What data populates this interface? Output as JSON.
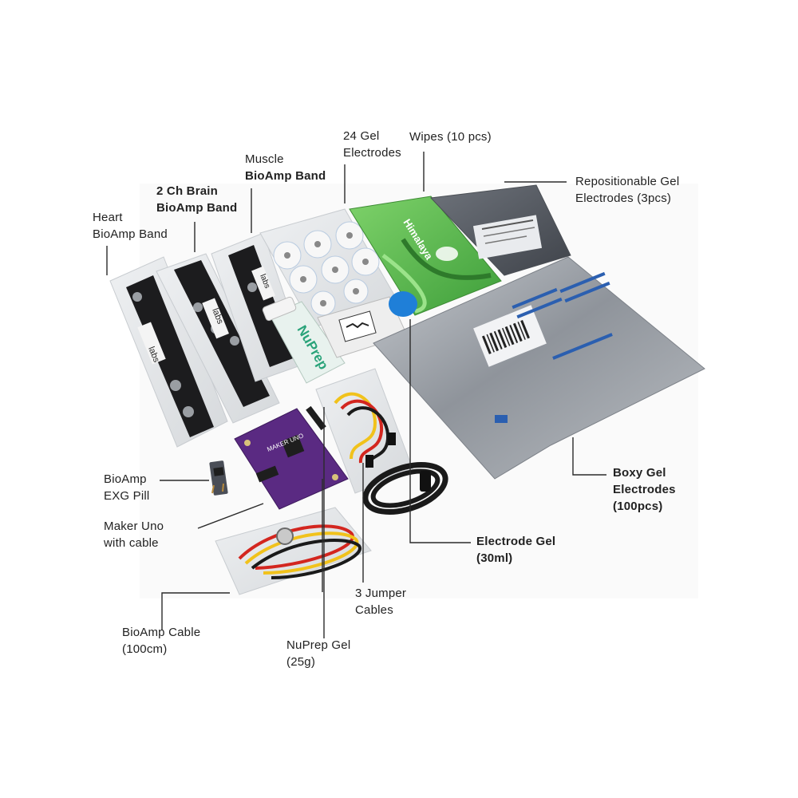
{
  "labels": {
    "heart_band": {
      "line1": "Heart",
      "line2": "BioAmp Band"
    },
    "brain_band": {
      "line1": "2 Ch Brain",
      "line2": "BioAmp Band"
    },
    "muscle_band": {
      "line1": "Muscle",
      "line2": "BioAmp Band"
    },
    "gel_electrodes_24": {
      "line1": "24 Gel",
      "line2": "Electrodes"
    },
    "wipes": {
      "line1": "Wipes (10 pcs)"
    },
    "repositionable": {
      "line1": "Repositionable Gel",
      "line2": "Electrodes (3pcs)"
    },
    "boxy": {
      "line1": "Boxy Gel",
      "line2": "Electrodes",
      "line3": "(100pcs)"
    },
    "electrode_gel": {
      "line1": "Electrode Gel",
      "line2": "(30ml)"
    },
    "jumper": {
      "line1": "3 Jumper",
      "line2": "Cables"
    },
    "nuprep": {
      "line1": "NuPrep Gel",
      "line2": "(25g)"
    },
    "bioamp_cable": {
      "line1": "BioAmp Cable",
      "line2": "(100cm)"
    },
    "maker_uno": {
      "line1": "Maker Uno",
      "line2": "with cable"
    },
    "exg_pill": {
      "line1": "BioAmp",
      "line2": "EXG Pill"
    }
  },
  "product_text": {
    "brand": "labs",
    "wipes_brand": "Himalaya",
    "tube_brand": "NuPrep",
    "board_name": "MAKER UNO"
  },
  "colors": {
    "band": "#1c1c1e",
    "board": "#5a2a82",
    "wipes": "#59b84a",
    "silver_pouch": "#9ea3aa",
    "cable_red": "#d3261f",
    "cable_yellow": "#f1c21b",
    "cable_black": "#1a1a1a",
    "bottle_cap": "#1f7fd8",
    "tube": "#e8f2ee",
    "tube_accent": "#2aa37a"
  }
}
